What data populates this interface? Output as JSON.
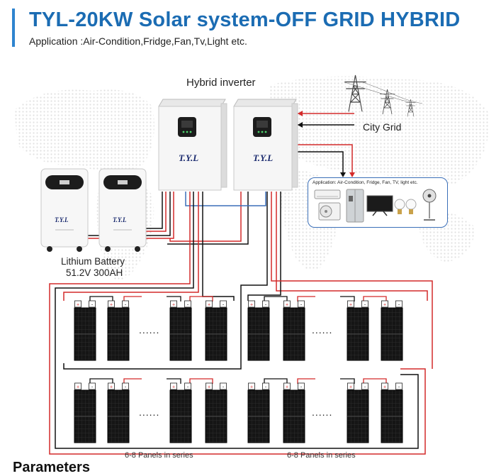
{
  "header": {
    "title": "TYL-20KW  Solar system-OFF GRID HYBRID",
    "subtitle": "Application :Air-Condition,Fridge,Fan,Tv,Light etc."
  },
  "inverter": {
    "title": "Hybrid inverter",
    "brand": "T.Y.L"
  },
  "grid": {
    "label": "City Grid"
  },
  "battery": {
    "brand": "T.Y.L",
    "line1": "Lithium Battery",
    "line2": "51.2V 300AH"
  },
  "application_box": {
    "text": "Application: Air-Condition, Fridge, Fan, TV, light etc."
  },
  "panels": {
    "ellipsis": "......",
    "left_label": "6-8 Panels in series",
    "right_label": "6-8 Panels in series"
  },
  "section": {
    "next_heading": "Parameters"
  },
  "colors": {
    "title_blue": "#1b6cb3",
    "accent": "#2e84cf",
    "wire_red": "#d42a2a",
    "wire_black": "#111111",
    "wire_blue": "#3b6fb8"
  }
}
